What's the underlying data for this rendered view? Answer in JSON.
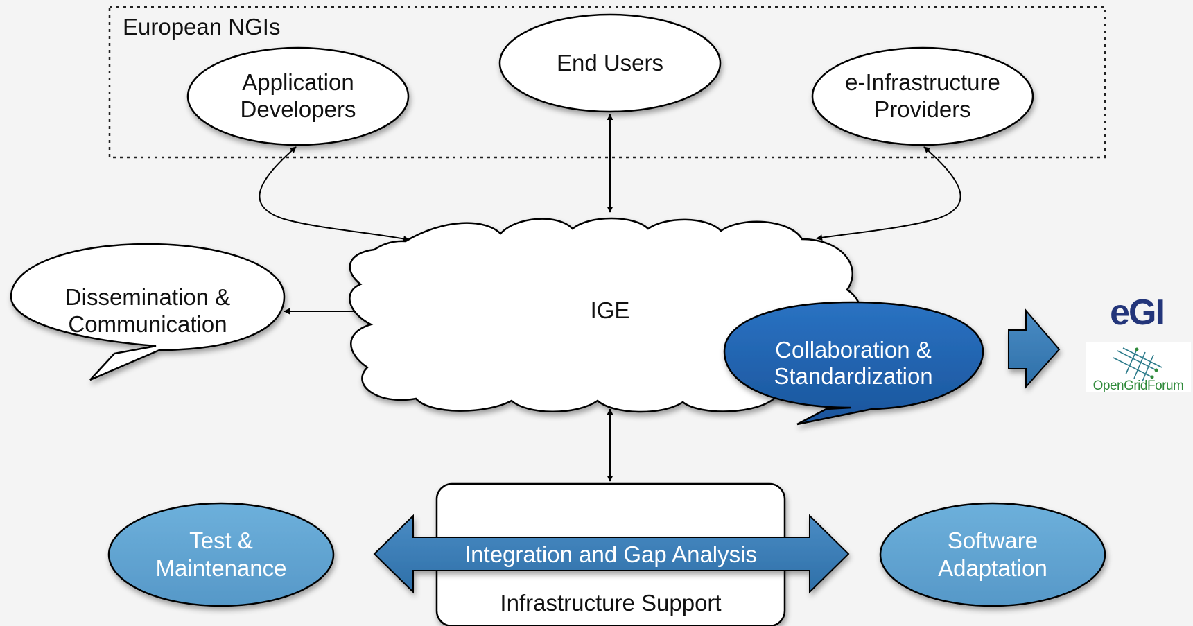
{
  "group": {
    "title": "European NGIs"
  },
  "nodes": {
    "end_users": {
      "line1": "End Users"
    },
    "app_developers": {
      "line1": "Application",
      "line2": "Developers"
    },
    "infra_providers": {
      "line1": "e-Infrastructure",
      "line2": "Providers"
    },
    "ige": {
      "line1": "IGE"
    },
    "dissemination": {
      "line1": "Dissemination &",
      "line2": "Communication"
    },
    "collaboration": {
      "line1": "Collaboration &",
      "line2": "Standardization"
    },
    "test_maintenance": {
      "line1": "Test &",
      "line2": "Maintenance"
    },
    "software_adaptation": {
      "line1": "Software",
      "line2": "Adaptation"
    },
    "integration": {
      "line1": "Integration and Gap Analysis"
    },
    "infrastructure_support": {
      "line1": "Infrastructure Support"
    }
  },
  "logos": {
    "egi": {
      "text": "eGI",
      "icon": "egi-logo"
    },
    "ogf": {
      "text_open": "Open",
      "text_grid": "Grid",
      "text_forum": "Forum",
      "icon": "opengridforum-logo"
    }
  },
  "colors": {
    "background": "#f4f4f4",
    "dark_blue": "#1f63b0",
    "mid_blue": "#3a7db5",
    "light_blue": "#62a6d3",
    "ogf_green": "#2f8a3a"
  }
}
